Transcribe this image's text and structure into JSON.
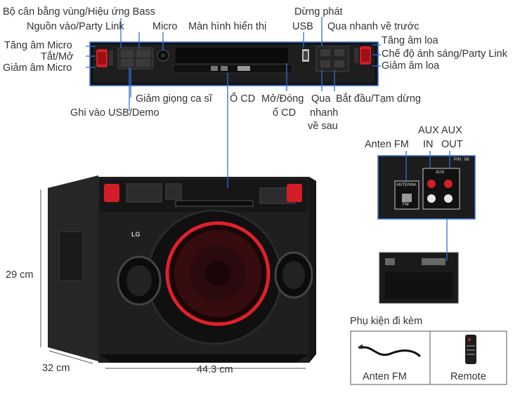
{
  "labels": {
    "bass": "Bộ cân bằng vùng/Hiệu ứng Bass",
    "source": "Nguồn vào/Party Link",
    "micro": "Micro",
    "display": "Màn hình hiển thị",
    "play_stop": "Dừng phát",
    "usb": "USB",
    "rewind_fast": "Qua nhanh về trước",
    "mic_up": "Tăng âm Micro",
    "power": "Tắt/Mở",
    "mic_down": "Giảm âm Micro",
    "vol_up": "Tăng âm loa",
    "light_mode": "Chế độ ánh sáng/Party Link",
    "vol_down": "Giảm âm loa",
    "vocal_fader": "Giảm giọng ca sĩ",
    "usb_rec": "Ghi vào USB/Demo",
    "cd_slot": "Ổ CD",
    "cd_eject_1": "Mở/Đóng",
    "cd_eject_2": "ổ CD",
    "ff_1": "Qua",
    "ff_2": "nhanh",
    "ff_3": "về sau",
    "play_pause": "Bắt đầu/Tạm dừng"
  },
  "rear": {
    "antenna": "Anten FM",
    "aux_in_1": "AUX",
    "aux_in_2": "IN",
    "aux_out_1": "AUX",
    "aux_out_2": "OUT",
    "panel_antenna": "ANTENNA",
    "panel_fm": "FM",
    "panel_aux": "AUX",
    "panel_model": "P/N : MI"
  },
  "dims": {
    "height": "29 cm",
    "depth": "32 cm",
    "width": "44.3 cm"
  },
  "brand": "LG",
  "accessories": {
    "title": "Phụ kiện đi kèm",
    "items": [
      "Anten FM",
      "Remote"
    ]
  },
  "colors": {
    "leader": "#2f6fd6",
    "speaker_red": "#e0202a",
    "body": "#1c1c1c"
  }
}
